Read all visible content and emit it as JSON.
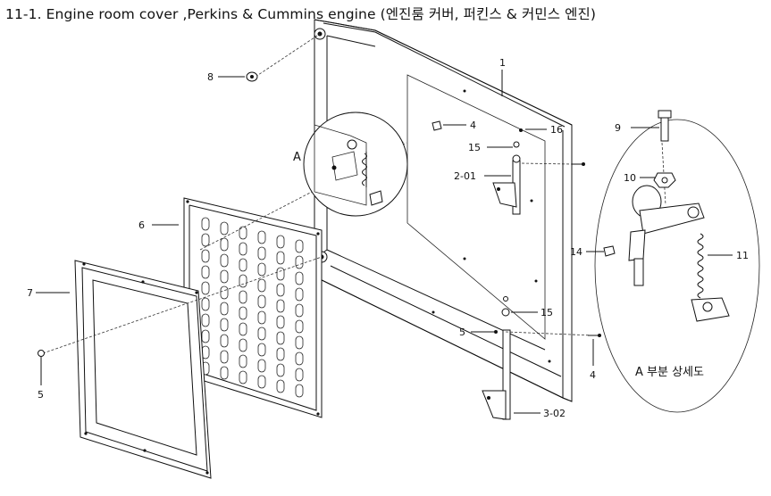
{
  "title": "11-1. Engine room cover ,Perkins & Cummins engine (엔진룸 커버, 퍼킨스 & 커민스 엔진)",
  "detail_marker": "A",
  "detail_caption": "A 부분 상세도",
  "callouts": {
    "c1": "1",
    "c2_01": "2-01",
    "c3_02": "3-02",
    "c4a": "4",
    "c4b": "4",
    "c5a": "5",
    "c5b": "5",
    "c6": "6",
    "c7": "7",
    "c8": "8",
    "c9": "9",
    "c10": "10",
    "c11": "11",
    "c14": "14",
    "c15a": "15",
    "c15b": "15",
    "c16": "16"
  }
}
